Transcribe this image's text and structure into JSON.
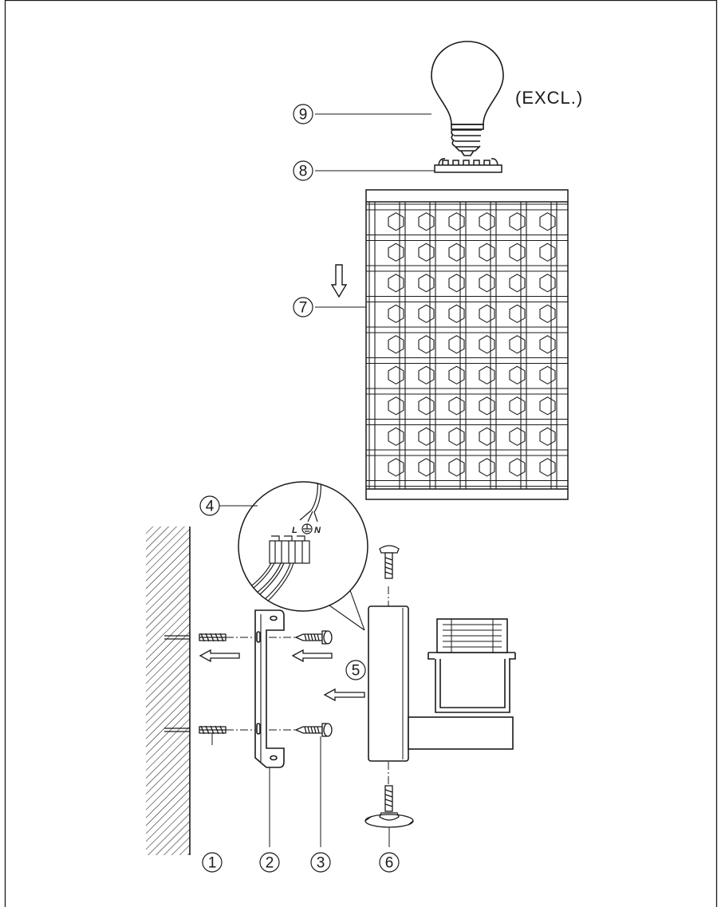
{
  "note_excl": "(EXCL.)",
  "wire_labels": {
    "live": "L",
    "neutral": "N"
  },
  "callouts": [
    {
      "id": "1",
      "part": "wall-plug"
    },
    {
      "id": "2",
      "part": "mounting-bracket"
    },
    {
      "id": "3",
      "part": "wall-screw"
    },
    {
      "id": "4",
      "part": "wiring-detail"
    },
    {
      "id": "5",
      "part": "lamp-body"
    },
    {
      "id": "6",
      "part": "fixing-screw"
    },
    {
      "id": "7",
      "part": "lamp-shade"
    },
    {
      "id": "8",
      "part": "shade-ring"
    },
    {
      "id": "9",
      "part": "light-bulb"
    }
  ],
  "colors": {
    "line": "#1a1a1a",
    "background": "#ffffff"
  },
  "icons": {
    "ground": "earth-ground-icon",
    "direction": "arrow-icon"
  }
}
